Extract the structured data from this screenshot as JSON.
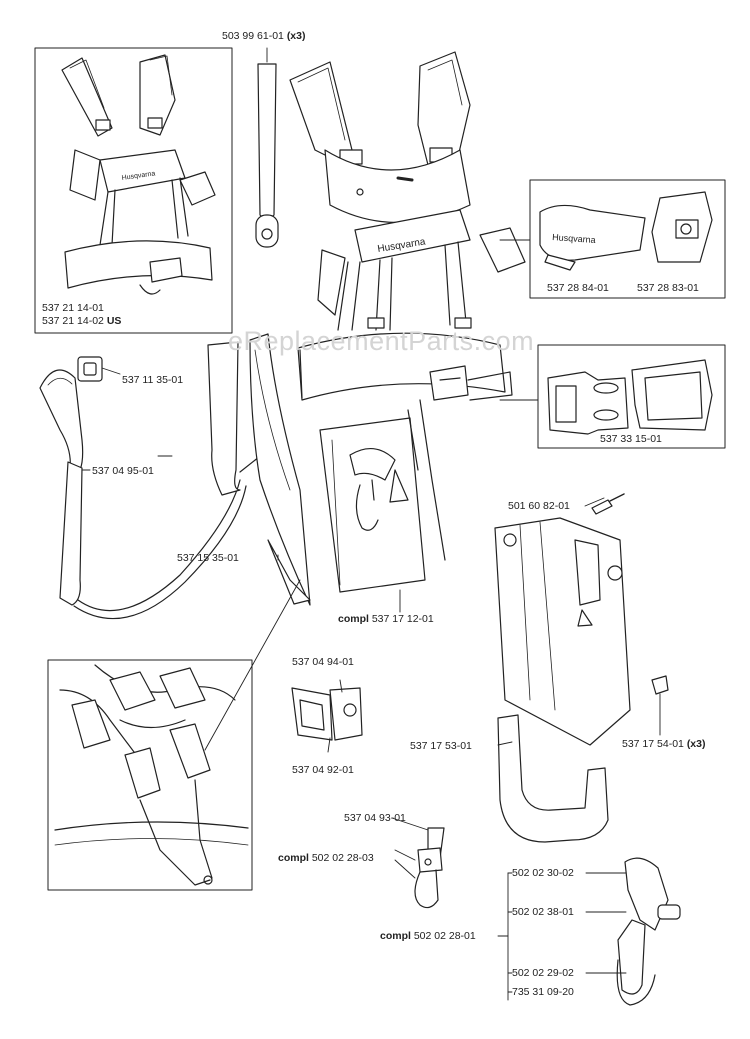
{
  "watermark": "eReplacementParts.com",
  "brand_text": "Husqvarna",
  "labels": {
    "p_503996101": {
      "pre": "",
      "num": "503 99 61-01",
      "post": "(x3)"
    },
    "p_537211401": {
      "pre": "",
      "num": "537 21 14-01",
      "post": ""
    },
    "p_537211402": {
      "pre": "",
      "num": "537 21 14-02",
      "post": "US"
    },
    "p_537288401": {
      "pre": "",
      "num": "537 28 84-01",
      "post": ""
    },
    "p_537288301": {
      "pre": "",
      "num": "537 28 83-01",
      "post": ""
    },
    "p_537113501": {
      "pre": "",
      "num": "537 11 35-01",
      "post": ""
    },
    "p_537049501": {
      "pre": "",
      "num": "537 04 95-01",
      "post": ""
    },
    "p_537331501": {
      "pre": "",
      "num": "537 33 15-01",
      "post": ""
    },
    "p_501608201": {
      "pre": "",
      "num": "501 60 82-01",
      "post": ""
    },
    "p_537153501": {
      "pre": "",
      "num": "537 15 35-01",
      "post": ""
    },
    "p_537171201": {
      "pre": "compl",
      "num": "537 17 12-01",
      "post": ""
    },
    "p_537049401": {
      "pre": "",
      "num": "537 04 94-01",
      "post": ""
    },
    "p_537049201": {
      "pre": "",
      "num": "537 04 92-01",
      "post": ""
    },
    "p_537175301": {
      "pre": "",
      "num": "537 17 53-01",
      "post": ""
    },
    "p_537175401": {
      "pre": "",
      "num": "537 17 54-01",
      "post": "(x3)"
    },
    "p_537049301": {
      "pre": "",
      "num": "537 04 93-01",
      "post": ""
    },
    "p_502022803": {
      "pre": "compl",
      "num": "502 02 28-03",
      "post": ""
    },
    "p_502023002": {
      "pre": "",
      "num": "502 02 30-02",
      "post": ""
    },
    "p_502023801": {
      "pre": "",
      "num": "502 02 38-01",
      "post": ""
    },
    "p_502022801": {
      "pre": "compl",
      "num": "502 02 28-01",
      "post": ""
    },
    "p_502022902": {
      "pre": "",
      "num": "502 02 29-02",
      "post": ""
    },
    "p_735310920": {
      "pre": "",
      "num": "735 31 09-20",
      "post": ""
    }
  }
}
